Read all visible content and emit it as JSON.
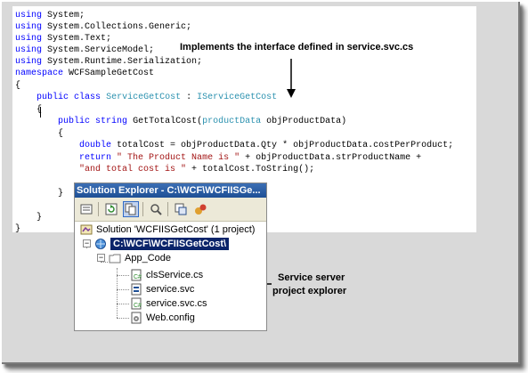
{
  "code": {
    "lines": [
      [
        {
          "t": "using",
          "c": "kw"
        },
        {
          "t": " System;"
        }
      ],
      [
        {
          "t": "using",
          "c": "kw"
        },
        {
          "t": " System.Collections.Generic;"
        }
      ],
      [
        {
          "t": "using",
          "c": "kw"
        },
        {
          "t": " System.Text;"
        }
      ],
      [
        {
          "t": "using",
          "c": "kw"
        },
        {
          "t": " System.ServiceModel;"
        }
      ],
      [
        {
          "t": "using",
          "c": "kw"
        },
        {
          "t": " System.Runtime.Serialization;"
        }
      ],
      [
        {
          "t": "namespace",
          "c": "kw"
        },
        {
          "t": " WCFSampleGetCost"
        }
      ],
      [
        {
          "t": "{"
        }
      ],
      [
        {
          "t": "    "
        },
        {
          "t": "public",
          "c": "kw"
        },
        {
          "t": " "
        },
        {
          "t": "class",
          "c": "kw"
        },
        {
          "t": " "
        },
        {
          "t": "ServiceGetCost",
          "c": "ty"
        },
        {
          "t": " : "
        },
        {
          "t": "IServiceGetCost",
          "c": "ty"
        }
      ],
      [
        {
          "t": "    {"
        }
      ],
      [
        {
          "t": "        "
        },
        {
          "t": "public",
          "c": "kw"
        },
        {
          "t": " "
        },
        {
          "t": "string",
          "c": "kw"
        },
        {
          "t": " GetTotalCost("
        },
        {
          "t": "productData",
          "c": "ty"
        },
        {
          "t": " objProductData)"
        }
      ],
      [
        {
          "t": "        {"
        }
      ],
      [
        {
          "t": "            "
        },
        {
          "t": "double",
          "c": "kw"
        },
        {
          "t": " totalCost = objProductData.Qty * objProductData.costPerProduct;"
        }
      ],
      [
        {
          "t": "            "
        },
        {
          "t": "return",
          "c": "kw"
        },
        {
          "t": " "
        },
        {
          "t": "\" The Product Name is \"",
          "c": "st"
        },
        {
          "t": " + objProductData.strProductName +"
        }
      ],
      [
        {
          "t": "            "
        },
        {
          "t": "\"and total cost is \"",
          "c": "st"
        },
        {
          "t": " + totalCost.ToString();"
        }
      ],
      [
        {
          "t": ""
        }
      ],
      [
        {
          "t": "        }"
        }
      ],
      [
        {
          "t": ""
        }
      ],
      [
        {
          "t": "    }"
        }
      ],
      [
        {
          "t": "}"
        }
      ]
    ]
  },
  "callouts": {
    "interface": "Implements the interface defined in service.svc.cs",
    "explorer_line1": "Service server",
    "explorer_line2": "project explorer"
  },
  "solution_explorer": {
    "title": "Solution Explorer - C:\\WCF\\WCFIISGe...",
    "toolbar": [
      "properties-icon",
      "refresh-icon",
      "show-all-files-icon",
      "copy-web-icon",
      "nest-icon",
      "config-icon"
    ],
    "solution_label": "Solution 'WCFIISGetCost' (1 project)",
    "project_label": "C:\\WCF\\WCFIISGetCost\\",
    "folder_label": "App_Code",
    "files": [
      "clsService.cs",
      "service.svc",
      "service.svc.cs",
      "Web.config"
    ]
  },
  "colors": {
    "keyword": "#0000ff",
    "type": "#2b91af",
    "string": "#a31515",
    "selection": "#0a246a",
    "titlebar": "#1e4f95"
  }
}
